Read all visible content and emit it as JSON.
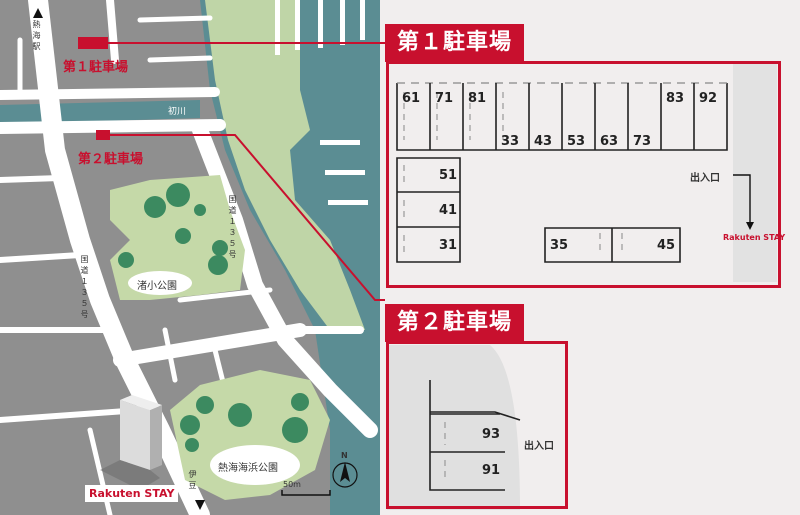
{
  "map": {
    "station": "熱海駅",
    "parking1_label": "第１駐車場",
    "parking2_label": "第２駐車場",
    "river": "初川",
    "route_135_upper": "国道１３５号",
    "route_135_lower": "国道１３５号",
    "park_small": "渚小公園",
    "park_beach": "熱海海浜公園",
    "izu": "伊豆",
    "scale": "50m",
    "north": "N",
    "brand": "Rakuten STAY"
  },
  "lot1": {
    "title": "第１駐車場",
    "top_spaces": [
      "61",
      "71",
      "81",
      "33",
      "43",
      "53",
      "63",
      "73",
      "83",
      "92"
    ],
    "left_spaces": [
      "51",
      "41",
      "31"
    ],
    "center_spaces": [
      "35",
      "45"
    ],
    "entrance": "出入口",
    "brand": "Rakuten STAY"
  },
  "lot2": {
    "title": "第２駐車場",
    "spaces": [
      "93",
      "91"
    ],
    "entrance": "出入口"
  },
  "colors": {
    "accent": "#c8102e",
    "water": "#5b8d93",
    "block": "#8f8f8f",
    "park": "#c5d9a8",
    "road": "#ffffff"
  }
}
